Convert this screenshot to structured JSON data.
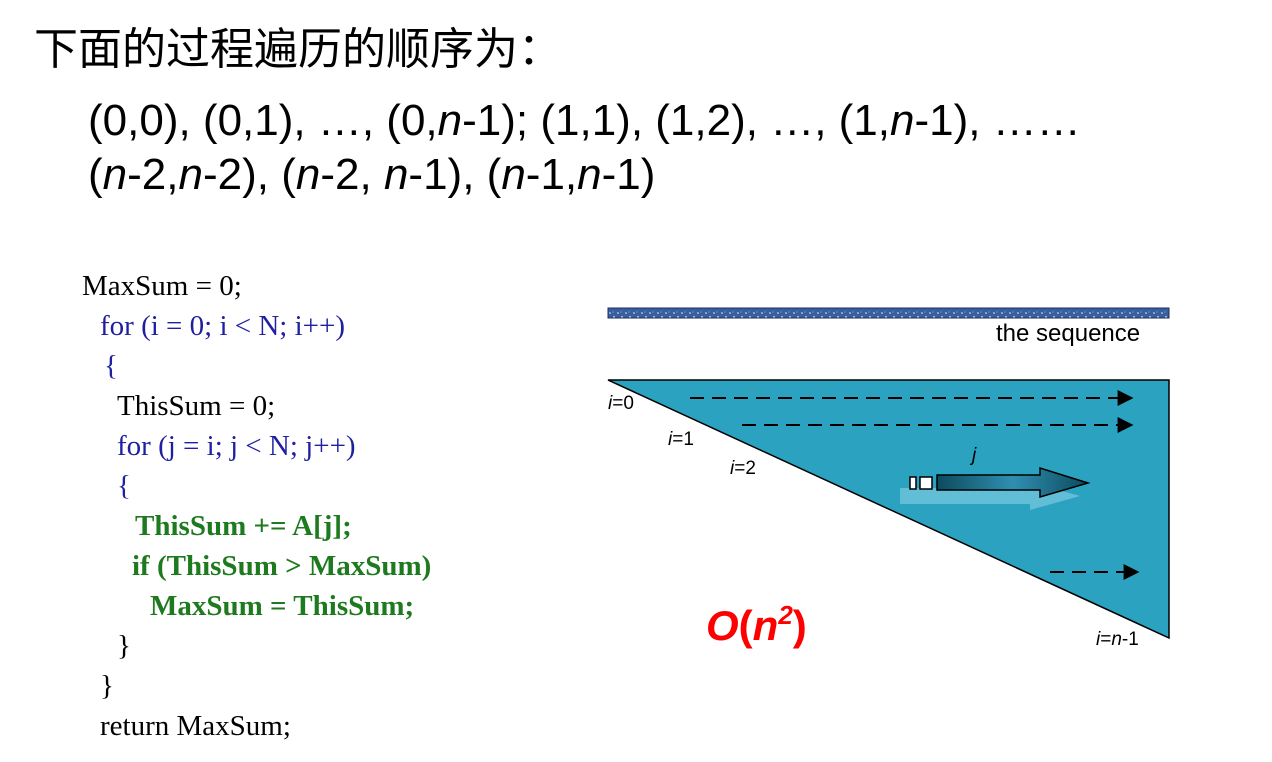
{
  "heading": "下面的过程遍历的顺序为：",
  "sequence": {
    "line1": [
      {
        "t": "(0,0), (0,1), …, (0,"
      },
      {
        "t": "n",
        "i": true
      },
      {
        "t": "-1);  (1,1), (1,2), …, (1,"
      },
      {
        "t": "n",
        "i": true
      },
      {
        "t": "-1), ……"
      }
    ],
    "line2": [
      {
        "t": "("
      },
      {
        "t": "n",
        "i": true
      },
      {
        "t": "-2,"
      },
      {
        "t": "n",
        "i": true
      },
      {
        "t": "-2), ("
      },
      {
        "t": "n",
        "i": true
      },
      {
        "t": "-2, "
      },
      {
        "t": "n",
        "i": true
      },
      {
        "t": "-1), ("
      },
      {
        "t": "n",
        "i": true
      },
      {
        "t": "-1,"
      },
      {
        "t": "n",
        "i": true
      },
      {
        "t": "-1)"
      }
    ]
  },
  "code": {
    "l1": "MaxSum = 0;",
    "l2": "for (i = 0; i < N; i++)",
    "l3": "{",
    "l4": "ThisSum = 0;",
    "l5": "for (j = i; j < N; j++)",
    "l6": "{",
    "l7": "ThisSum += A[j];",
    "l8": "if (ThisSum > MaxSum)",
    "l9": "MaxSum = ThisSum;",
    "l10": "}",
    "l11": "}",
    "l12": "return MaxSum;"
  },
  "diagram": {
    "sequence_label": "the sequence",
    "row_labels": {
      "i0": [
        {
          "t": "i",
          "i": true
        },
        {
          "t": "=0"
        }
      ],
      "i1": [
        {
          "t": "i",
          "i": true
        },
        {
          "t": "=1"
        }
      ],
      "i2": [
        {
          "t": "i",
          "i": true
        },
        {
          "t": "=2"
        }
      ],
      "in1": [
        {
          "t": "i",
          "i": true
        },
        {
          "t": "="
        },
        {
          "t": "n",
          "i": true
        },
        {
          "t": "-1"
        }
      ]
    },
    "j_label": "j",
    "complexity": {
      "o": "O",
      "open": "(",
      "n": "n",
      "exp": "2",
      "close": ")"
    },
    "colors": {
      "triangle": "#2ba3c0",
      "bar": "#3a5f9e",
      "complexity": "#ff0000",
      "code_blue": "#1f1fa0",
      "code_green": "#1e7a1e"
    }
  }
}
